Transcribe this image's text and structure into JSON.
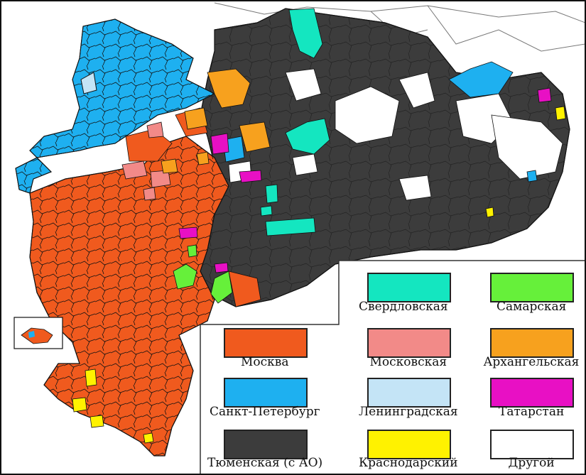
{
  "map": {
    "colors": {
      "moscow": "#F05A1E",
      "moscow_oblast": "#F28A88",
      "st_petersburg": "#1EB0F0",
      "leningrad": "#C4E4F6",
      "tyumen": "#3C3C3C",
      "krasnodar": "#FFF200",
      "sverdlovsk": "#14E6C0",
      "samara": "#66F03A",
      "arkhangelsk": "#F7A11E",
      "tatarstan": "#E810C4",
      "other": "#FFFFFF"
    }
  },
  "legend": {
    "items": [
      {
        "key": "sverdlovsk",
        "label": "Свердловская",
        "color": "#14E6C0"
      },
      {
        "key": "samara",
        "label": "Самарская",
        "color": "#66F03A"
      },
      {
        "key": "moscow",
        "label": "Москва",
        "color": "#F05A1E"
      },
      {
        "key": "moscow_oblast",
        "label": "Московская",
        "color": "#F28A88"
      },
      {
        "key": "arkhangelsk",
        "label": "Архангельская",
        "color": "#F7A11E"
      },
      {
        "key": "st_petersburg",
        "label": "Санкт-Петербург",
        "color": "#1EB0F0"
      },
      {
        "key": "leningrad",
        "label": "Ленинградская",
        "color": "#C4E4F6"
      },
      {
        "key": "tatarstan",
        "label": "Татарстан",
        "color": "#E810C4"
      },
      {
        "key": "tyumen",
        "label": "Тюменская (с АО)",
        "color": "#3C3C3C"
      },
      {
        "key": "krasnodar",
        "label": "Краснодарский",
        "color": "#FFF200"
      },
      {
        "key": "other",
        "label": "Другой",
        "color": "#FFFFFF"
      }
    ]
  }
}
